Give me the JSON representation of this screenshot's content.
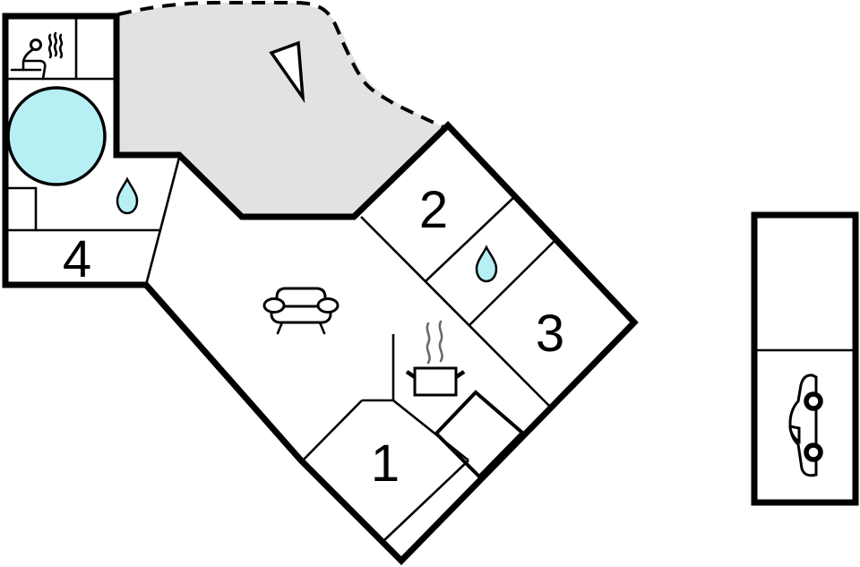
{
  "floorplan": {
    "rooms": [
      {
        "id": "room-1",
        "label": "1"
      },
      {
        "id": "room-2",
        "label": "2"
      },
      {
        "id": "room-3",
        "label": "3"
      },
      {
        "id": "room-4",
        "label": "4"
      }
    ],
    "colors": {
      "terrace": "#e2e2e2",
      "entrance_hall": "#c3c3c3",
      "water": "#b6f0f4",
      "wall": "#000000",
      "background": "#ffffff",
      "steam": "#6a6a6a"
    },
    "icons": [
      {
        "name": "sauna-icon",
        "meaning": "sauna"
      },
      {
        "name": "hot-tub-icon",
        "meaning": "hot tub / pool"
      },
      {
        "name": "water-drop-icon",
        "meaning": "bathroom"
      },
      {
        "name": "water-drop-icon",
        "meaning": "bathroom"
      },
      {
        "name": "north-arrow-icon",
        "meaning": "orientation arrow"
      },
      {
        "name": "sofa-icon",
        "meaning": "living room"
      },
      {
        "name": "cooking-pot-icon",
        "meaning": "kitchen"
      },
      {
        "name": "car-icon",
        "meaning": "carport"
      }
    ]
  }
}
